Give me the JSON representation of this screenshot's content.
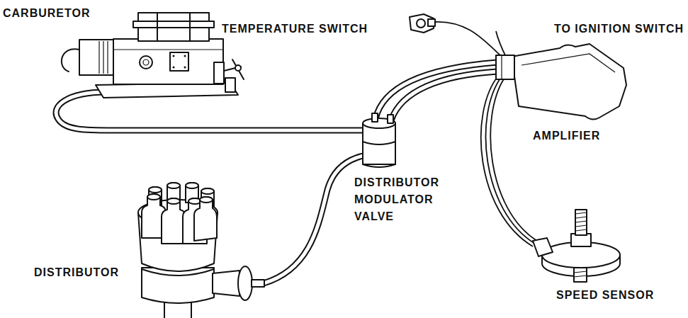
{
  "diagram": {
    "labels": [
      "CARBURETOR",
      "TEMPERATURE SWITCH",
      "TO IGNITION SWITCH",
      "AMPLIFIER",
      "DISTRIBUTOR MODULATOR VALVE",
      "DISTRIBUTOR",
      "SPEED SENSOR"
    ]
  }
}
